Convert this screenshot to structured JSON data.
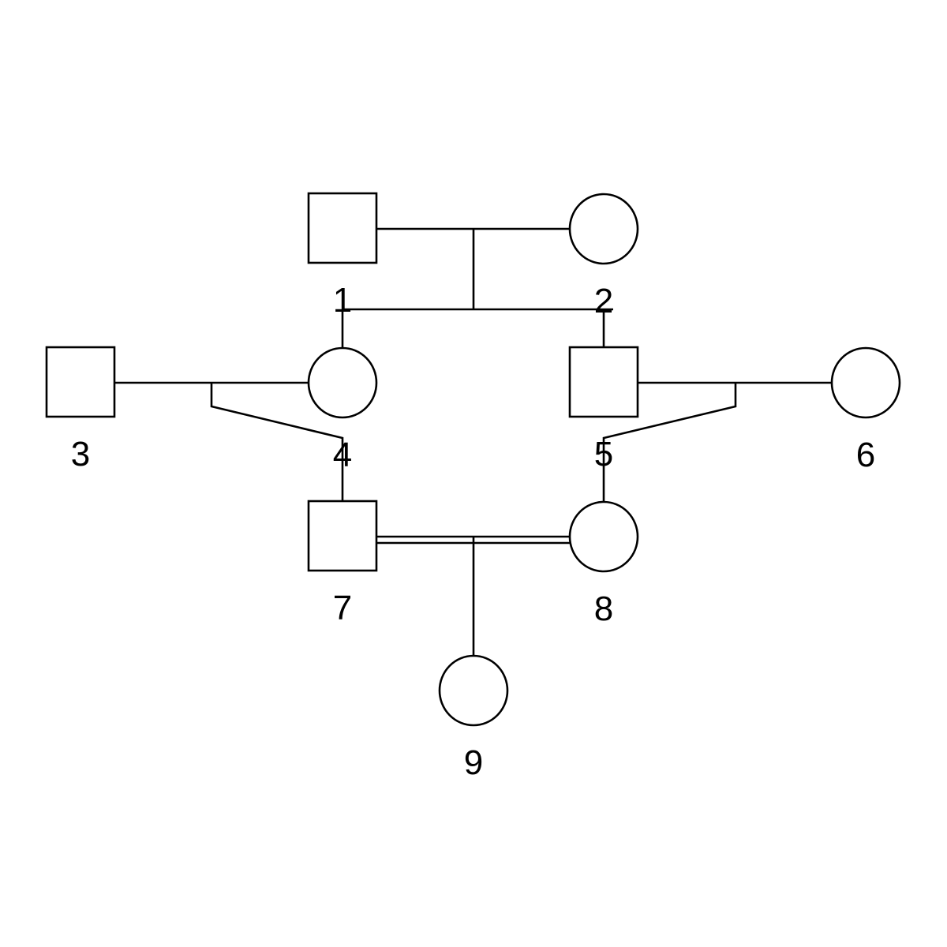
{
  "diagram": {
    "type": "pedigree",
    "colors": {
      "stroke": "#000000",
      "background": "#ffffff"
    },
    "individuals": [
      {
        "id": "1",
        "sex": "male"
      },
      {
        "id": "2",
        "sex": "female"
      },
      {
        "id": "3",
        "sex": "male"
      },
      {
        "id": "4",
        "sex": "female"
      },
      {
        "id": "5",
        "sex": "male"
      },
      {
        "id": "6",
        "sex": "female"
      },
      {
        "id": "7",
        "sex": "male"
      },
      {
        "id": "8",
        "sex": "female"
      },
      {
        "id": "9",
        "sex": "female"
      }
    ],
    "matings": [
      {
        "partners": [
          "1",
          "2"
        ],
        "consanguineous": false,
        "children": [
          "4",
          "5"
        ]
      },
      {
        "partners": [
          "3",
          "4"
        ],
        "consanguineous": false,
        "children": [
          "7"
        ]
      },
      {
        "partners": [
          "5",
          "6"
        ],
        "consanguineous": false,
        "children": [
          "8"
        ]
      },
      {
        "partners": [
          "7",
          "8"
        ],
        "consanguineous": true,
        "children": [
          "9"
        ]
      }
    ]
  }
}
